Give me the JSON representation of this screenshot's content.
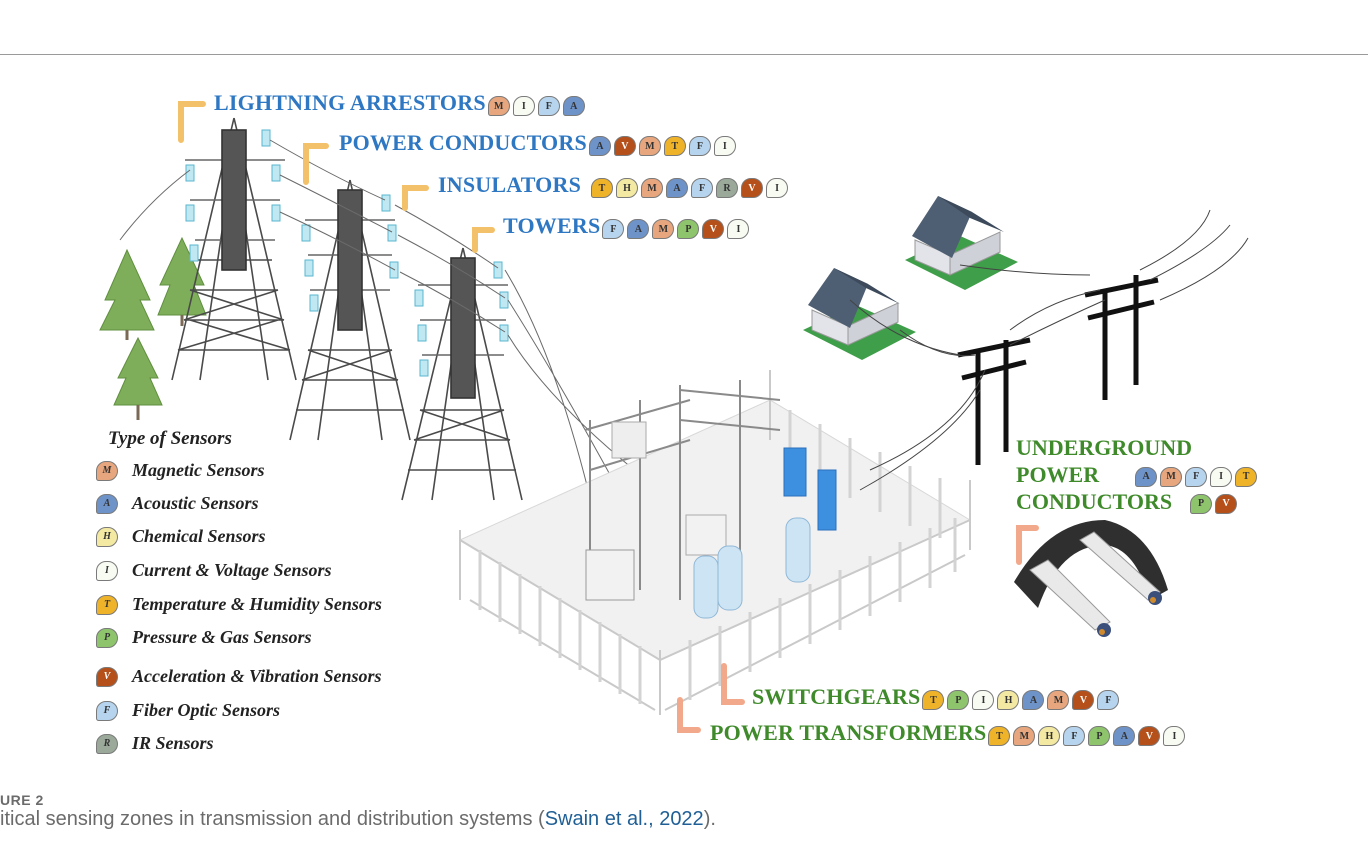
{
  "badge_colors": {
    "M": "#e7a67e",
    "A": "#6e93c9",
    "H": "#f3e9a3",
    "I": "#f7fbf2",
    "T": "#efb32a",
    "P": "#8ec56c",
    "V": "#b6501a",
    "F": "#b7d4ee",
    "R": "#9aa99a"
  },
  "zones": {
    "lightning": {
      "label": "LIGHTNING ARRESTORS",
      "badges": [
        "M",
        "I",
        "F",
        "A"
      ]
    },
    "conductors": {
      "label": "POWER CONDUCTORS",
      "badges": [
        "A",
        "V",
        "M",
        "T",
        "F",
        "I"
      ]
    },
    "insulators": {
      "label": "INSULATORS",
      "badges": [
        "T",
        "H",
        "M",
        "A",
        "F",
        "R",
        "V",
        "I"
      ]
    },
    "towers": {
      "label": "TOWERS",
      "badges": [
        "F",
        "A",
        "M",
        "P",
        "V",
        "I"
      ]
    },
    "underground": {
      "line1": "UNDERGROUND",
      "line2": "POWER",
      "line3": "CONDUCTORS",
      "badges_a": [
        "A",
        "M",
        "F",
        "I",
        "T"
      ],
      "badges_b": [
        "P",
        "V"
      ]
    },
    "switchgears": {
      "label": "SWITCHGEARS",
      "badges": [
        "T",
        "P",
        "I",
        "H",
        "A",
        "M",
        "V",
        "F"
      ]
    },
    "transformers": {
      "label": "POWER TRANSFORMERS",
      "badges": [
        "T",
        "M",
        "H",
        "F",
        "P",
        "A",
        "V",
        "I"
      ]
    }
  },
  "legend": {
    "title": "Type of Sensors",
    "items": [
      {
        "code": "M",
        "label": "Magnetic Sensors"
      },
      {
        "code": "A",
        "label": "Acoustic Sensors"
      },
      {
        "code": "H",
        "label": "Chemical Sensors"
      },
      {
        "code": "I",
        "label": "Current & Voltage Sensors"
      },
      {
        "code": "T",
        "label": "Temperature & Humidity Sensors"
      },
      {
        "code": "P",
        "label": "Pressure & Gas Sensors"
      },
      {
        "code": "V",
        "label": "Acceleration & Vibration Sensors"
      },
      {
        "code": "F",
        "label": "Fiber Optic Sensors"
      },
      {
        "code": "R",
        "label": "IR Sensors"
      }
    ]
  },
  "caption": {
    "label": "URE 2",
    "text": "itical sensing zones in transmission and distribution systems (",
    "link": "Swain et al., 2022",
    "end": ")."
  }
}
